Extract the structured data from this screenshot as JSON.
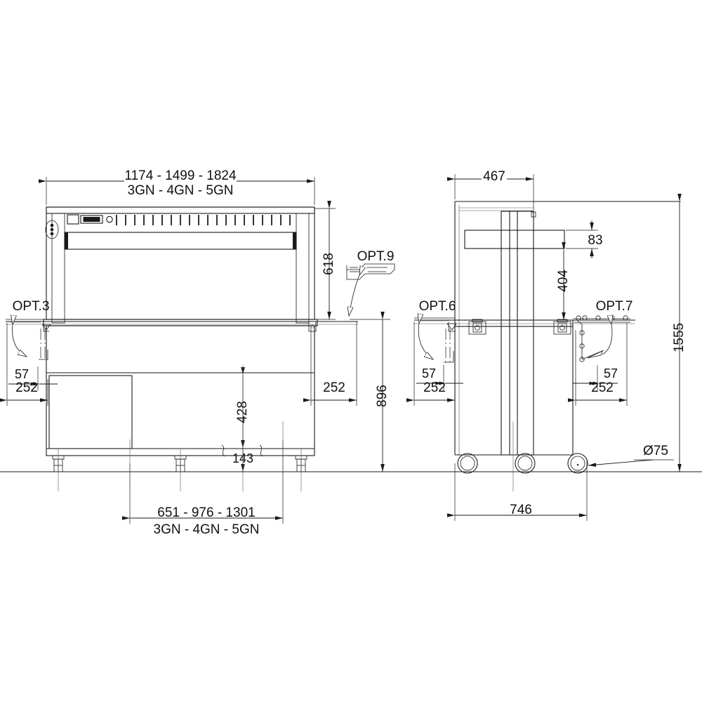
{
  "drawing": {
    "title": "Refrigerated display counter — front and side elevation dimensioned drawing",
    "units": "mm",
    "line_color": "#1a1a1a",
    "background": "#ffffff",
    "views": [
      {
        "name": "front-elevation",
        "position": "left"
      },
      {
        "name": "side-elevation",
        "position": "right"
      }
    ]
  },
  "front_view": {
    "top_dimension": {
      "line1": "1174 - 1499 - 1824",
      "line2": "3GN - 4GN - 5GN"
    },
    "bottom_dimension": {
      "line1": "651 - 976 - 1301",
      "line2": "3GN - 4GN - 5GN"
    },
    "height_upper": "618",
    "height_overall": "896",
    "height_plinth": "428",
    "height_floor_gap": "143",
    "offset_left": "252",
    "offset_left_small": "57",
    "offset_right": "252",
    "option_left": "OPT.3",
    "option_detail": "OPT.9"
  },
  "side_view": {
    "depth_top": "467",
    "shelf_thickness": "83",
    "shelf_height": "404",
    "overall_height": "1555",
    "base_width": "746",
    "caster_diameter": "Ø75",
    "offset_left_small": "57",
    "offset_left": "252",
    "offset_right_small": "57",
    "offset_right": "252",
    "option_left": "OPT.6",
    "option_right": "OPT.7"
  },
  "labels": {
    "opt3": "OPT.3",
    "opt6": "OPT.6",
    "opt7": "OPT.7",
    "opt9": "OPT.9",
    "dia75": "Ø75",
    "d1174": "1174 - 1499 - 1824",
    "gn345_top": "3GN - 4GN - 5GN",
    "d651": "651 - 976 - 1301",
    "gn345_bottom": "3GN - 4GN - 5GN",
    "d618": "618",
    "d896": "896",
    "d428": "428",
    "d143": "143",
    "d252_a": "252",
    "d252_b": "252",
    "d57_a": "57",
    "d467": "467",
    "d83": "83",
    "d404": "404",
    "d1555": "1555",
    "d746": "746",
    "d57_b": "57",
    "d57_c": "57",
    "d252_c": "252",
    "d252_d": "252"
  }
}
